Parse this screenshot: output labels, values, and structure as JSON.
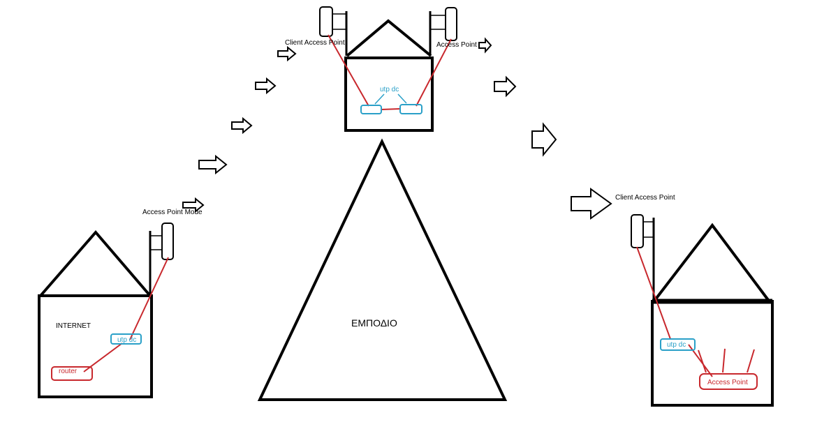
{
  "labels": {
    "internet": "INTERNET",
    "router": "router",
    "utp_left": "utp dc",
    "access_point_mode": "Access Point Mode",
    "client_access_point_top": "Client Access Point",
    "access_point_top": "Access Point",
    "utp_top": "utp dc",
    "obstacle": "ΕΜΠΟΔΙΟ",
    "client_access_point_right": "Client Access Point",
    "utp_right": "utp dc",
    "access_point_right": "Access Point"
  },
  "colors": {
    "outline": "#000000",
    "cable": "#c8282d",
    "utp": "#2aa0c8"
  }
}
